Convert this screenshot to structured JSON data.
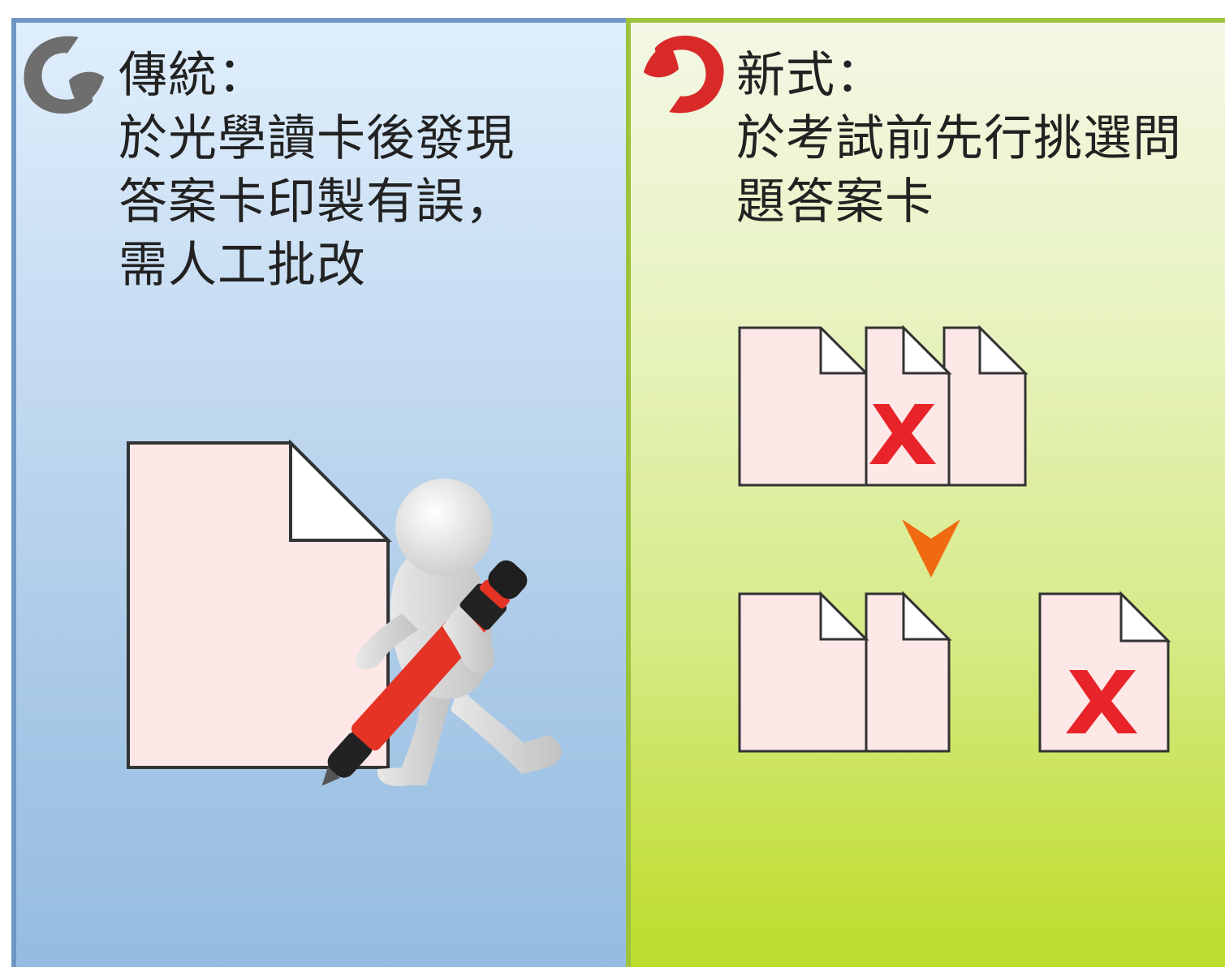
{
  "traditional": {
    "icon": "thumbs-down-icon",
    "color": "#6e6e6e",
    "lines": [
      "傳統：",
      "於光學讀卡後發現",
      "答案卡印製有誤，",
      "需人工批改"
    ]
  },
  "new_method": {
    "icon": "thumbs-up-icon",
    "color": "#d92a2a",
    "lines": [
      "新式：",
      "於考試前先行挑選問",
      "題答案卡"
    ]
  },
  "colors": {
    "left_border": "#6f97c6",
    "right_border": "#9dc23b",
    "doc_fill": "#fde7e7",
    "x_mark": "#e8232a",
    "arrow": "#f06a12"
  }
}
